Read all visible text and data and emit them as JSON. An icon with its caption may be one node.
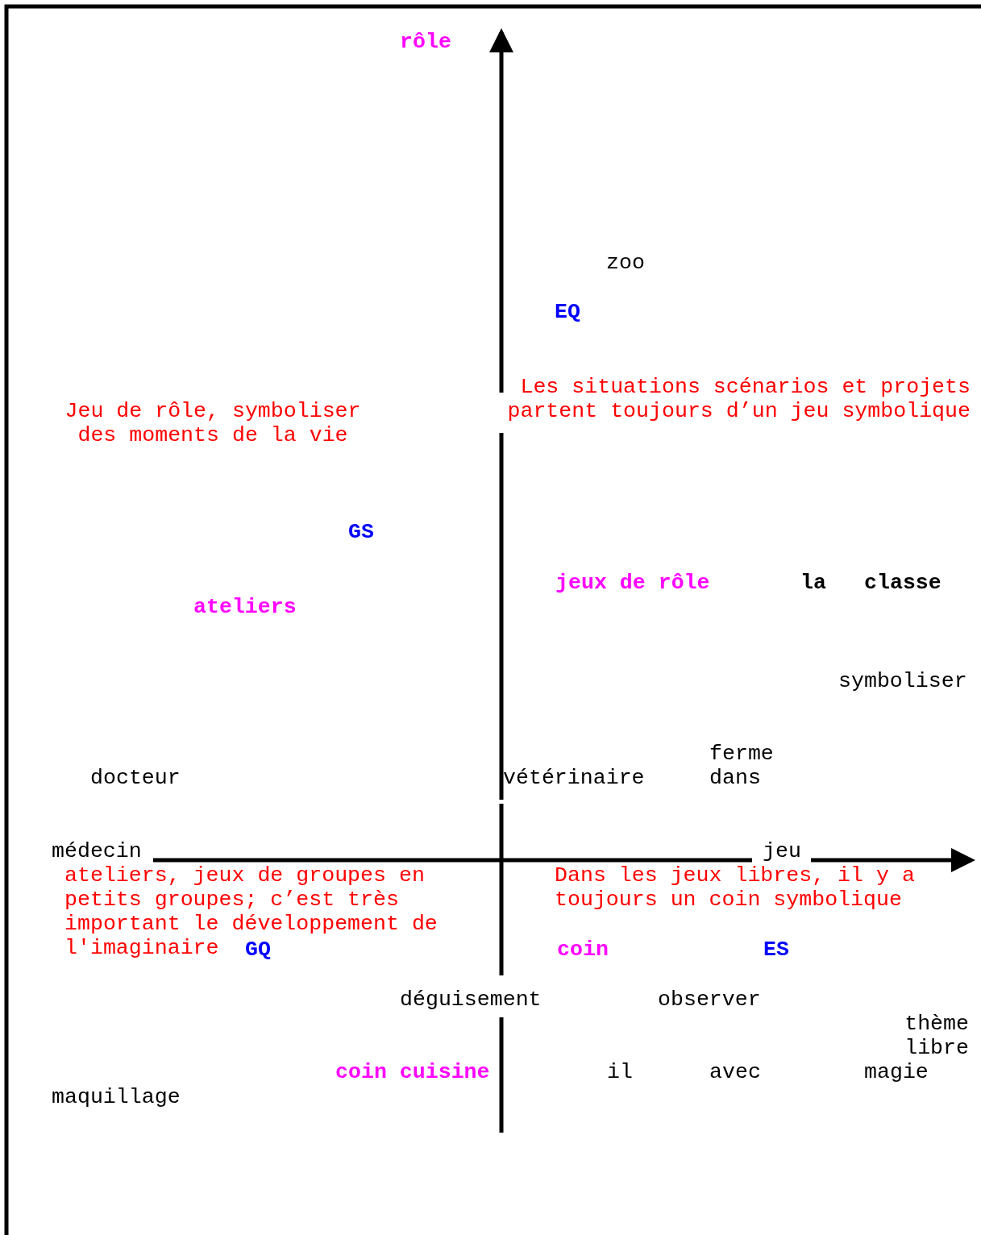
{
  "diagram": {
    "labels": [
      "rôle",
      "zoo",
      "EQ",
      "Les situations scénarios et projets partent toujours d’un jeu symbolique",
      "Jeu de rôle, symboliser des moments de la vie",
      "GS",
      "jeux de rôle",
      "la",
      "classe",
      "ateliers",
      "symboliser",
      "ferme",
      "docteur",
      "vétérinaire",
      "dans",
      "médecin",
      "jeu",
      "ateliers, jeux de groupes en petits groupes; c’est très important le développement de l'imaginaire",
      "Dans les jeux libres, il y a toujours un coin symbolique",
      "GQ",
      "coin",
      "ES",
      "déguisement",
      "observer",
      "thème libre",
      "coin cuisine",
      "il",
      "avec",
      "magie",
      "maquillage"
    ]
  }
}
